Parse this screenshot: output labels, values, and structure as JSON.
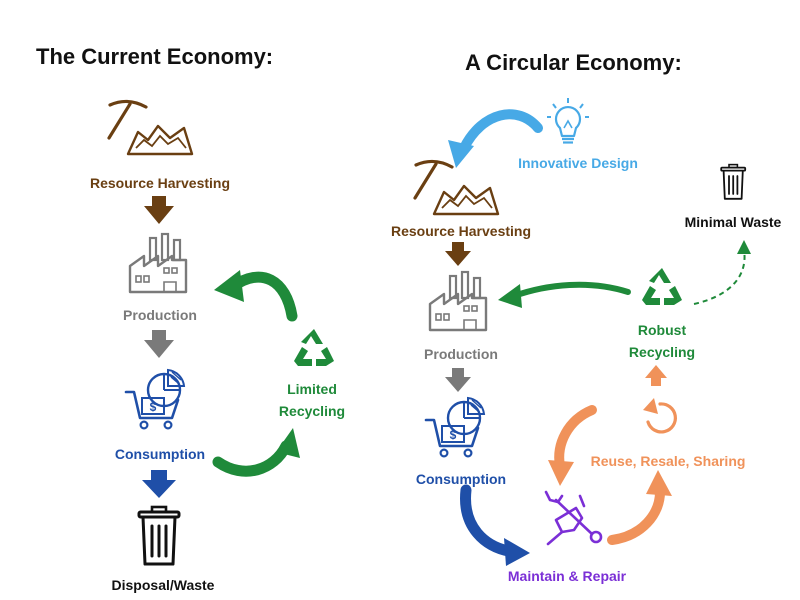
{
  "left": {
    "title": "The Current Economy:",
    "resource_harvesting": "Resource Harvesting",
    "production": "Production",
    "consumption": "Consumption",
    "disposal": "Disposal/Waste",
    "recycling_line1": "Limited",
    "recycling_line2": "Recycling"
  },
  "right": {
    "title": "A Circular Economy:",
    "innovative_design": "Innovative Design",
    "resource_harvesting": "Resource Harvesting",
    "production": "Production",
    "consumption": "Consumption",
    "maintain_repair": "Maintain & Repair",
    "reuse": "Reuse, Resale, Sharing",
    "recycling_line1": "Robust",
    "recycling_line2": "Recycling",
    "minimal_waste": "Minimal Waste"
  },
  "colors": {
    "brown": "#6a3f12",
    "gray": "#7a7a7a",
    "blue": "#1f4fa8",
    "green": "#1f8a3a",
    "sky": "#47a9e6",
    "purple": "#7b2fd6",
    "orange": "#f0925a",
    "black": "#111111"
  },
  "icons": [
    "pickaxe-mountain-icon",
    "factory-icon",
    "shopping-cart-icon",
    "trash-can-icon",
    "recycle-icon",
    "lightbulb-icon",
    "repair-tools-icon",
    "refresh-icon"
  ]
}
